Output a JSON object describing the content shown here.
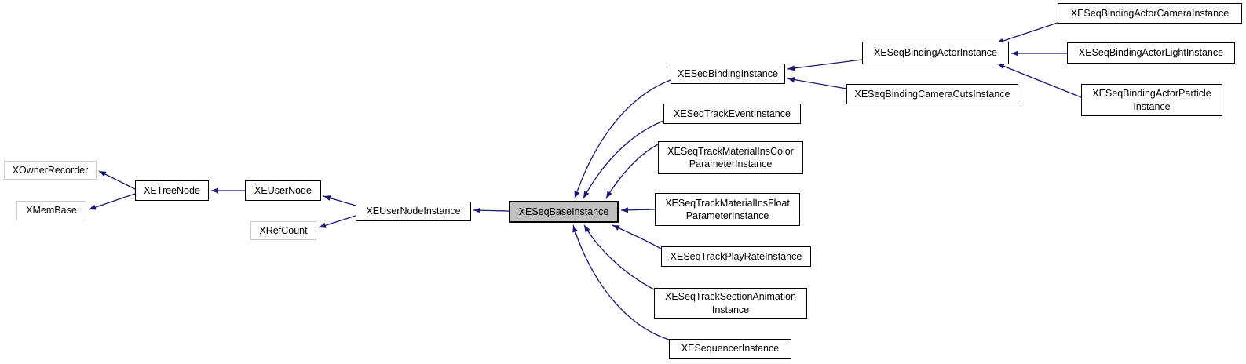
{
  "diagram": {
    "kind": "class-inheritance-graph",
    "arrow_color": "#191970",
    "current_node_fill": "#c0c0c0",
    "documented_border_color": "#000000",
    "undocumented_border_color": "#c9c9c9",
    "nodes": [
      {
        "id": "XOwnerRecorder",
        "label": "XOwnerRecorder",
        "style": "undocumented"
      },
      {
        "id": "XMemBase",
        "label": "XMemBase",
        "style": "undocumented"
      },
      {
        "id": "XETreeNode",
        "label": "XETreeNode",
        "style": "documented"
      },
      {
        "id": "XEUserNode",
        "label": "XEUserNode",
        "style": "documented"
      },
      {
        "id": "XRefCount",
        "label": "XRefCount",
        "style": "undocumented"
      },
      {
        "id": "XEUserNodeInstance",
        "label": "XEUserNodeInstance",
        "style": "documented"
      },
      {
        "id": "XESeqBaseInstance",
        "label": "XESeqBaseInstance",
        "style": "current"
      },
      {
        "id": "XESeqBindingInstance",
        "label": "XESeqBindingInstance",
        "style": "documented"
      },
      {
        "id": "XESeqTrackEventInstance",
        "label": "XESeqTrackEventInstance",
        "style": "documented"
      },
      {
        "id": "XESeqTrackMaterialInsColorParameterInstance",
        "label": "XESeqTrackMaterialInsColor\nParameterInstance",
        "style": "documented"
      },
      {
        "id": "XESeqTrackMaterialInsFloatParameterInstance",
        "label": "XESeqTrackMaterialInsFloat\nParameterInstance",
        "style": "documented"
      },
      {
        "id": "XESeqTrackPlayRateInstance",
        "label": "XESeqTrackPlayRateInstance",
        "style": "documented"
      },
      {
        "id": "XESeqTrackSectionAnimationInstance",
        "label": "XESeqTrackSectionAnimation\nInstance",
        "style": "documented"
      },
      {
        "id": "XESequencerInstance",
        "label": "XESequencerInstance",
        "style": "documented"
      },
      {
        "id": "XESeqBindingActorInstance",
        "label": "XESeqBindingActorInstance",
        "style": "documented"
      },
      {
        "id": "XESeqBindingCameraCutsInstance",
        "label": "XESeqBindingCameraCutsInstance",
        "style": "documented"
      },
      {
        "id": "XESeqBindingActorCameraInstance",
        "label": "XESeqBindingActorCameraInstance",
        "style": "documented"
      },
      {
        "id": "XESeqBindingActorLightInstance",
        "label": "XESeqBindingActorLightInstance",
        "style": "documented"
      },
      {
        "id": "XESeqBindingActorParticleInstance",
        "label": "XESeqBindingActorParticle\nInstance",
        "style": "documented"
      }
    ],
    "edges": [
      {
        "from": "XETreeNode",
        "to": "XOwnerRecorder"
      },
      {
        "from": "XETreeNode",
        "to": "XMemBase"
      },
      {
        "from": "XEUserNode",
        "to": "XETreeNode"
      },
      {
        "from": "XEUserNodeInstance",
        "to": "XEUserNode"
      },
      {
        "from": "XEUserNodeInstance",
        "to": "XRefCount"
      },
      {
        "from": "XESeqBaseInstance",
        "to": "XEUserNodeInstance"
      },
      {
        "from": "XESeqBindingInstance",
        "to": "XESeqBaseInstance"
      },
      {
        "from": "XESeqTrackEventInstance",
        "to": "XESeqBaseInstance"
      },
      {
        "from": "XESeqTrackMaterialInsColorParameterInstance",
        "to": "XESeqBaseInstance"
      },
      {
        "from": "XESeqTrackMaterialInsFloatParameterInstance",
        "to": "XESeqBaseInstance"
      },
      {
        "from": "XESeqTrackPlayRateInstance",
        "to": "XESeqBaseInstance"
      },
      {
        "from": "XESeqTrackSectionAnimationInstance",
        "to": "XESeqBaseInstance"
      },
      {
        "from": "XESequencerInstance",
        "to": "XESeqBaseInstance"
      },
      {
        "from": "XESeqBindingActorInstance",
        "to": "XESeqBindingInstance"
      },
      {
        "from": "XESeqBindingCameraCutsInstance",
        "to": "XESeqBindingInstance"
      },
      {
        "from": "XESeqBindingActorCameraInstance",
        "to": "XESeqBindingActorInstance"
      },
      {
        "from": "XESeqBindingActorLightInstance",
        "to": "XESeqBindingActorInstance"
      },
      {
        "from": "XESeqBindingActorParticleInstance",
        "to": "XESeqBindingActorInstance"
      }
    ]
  }
}
